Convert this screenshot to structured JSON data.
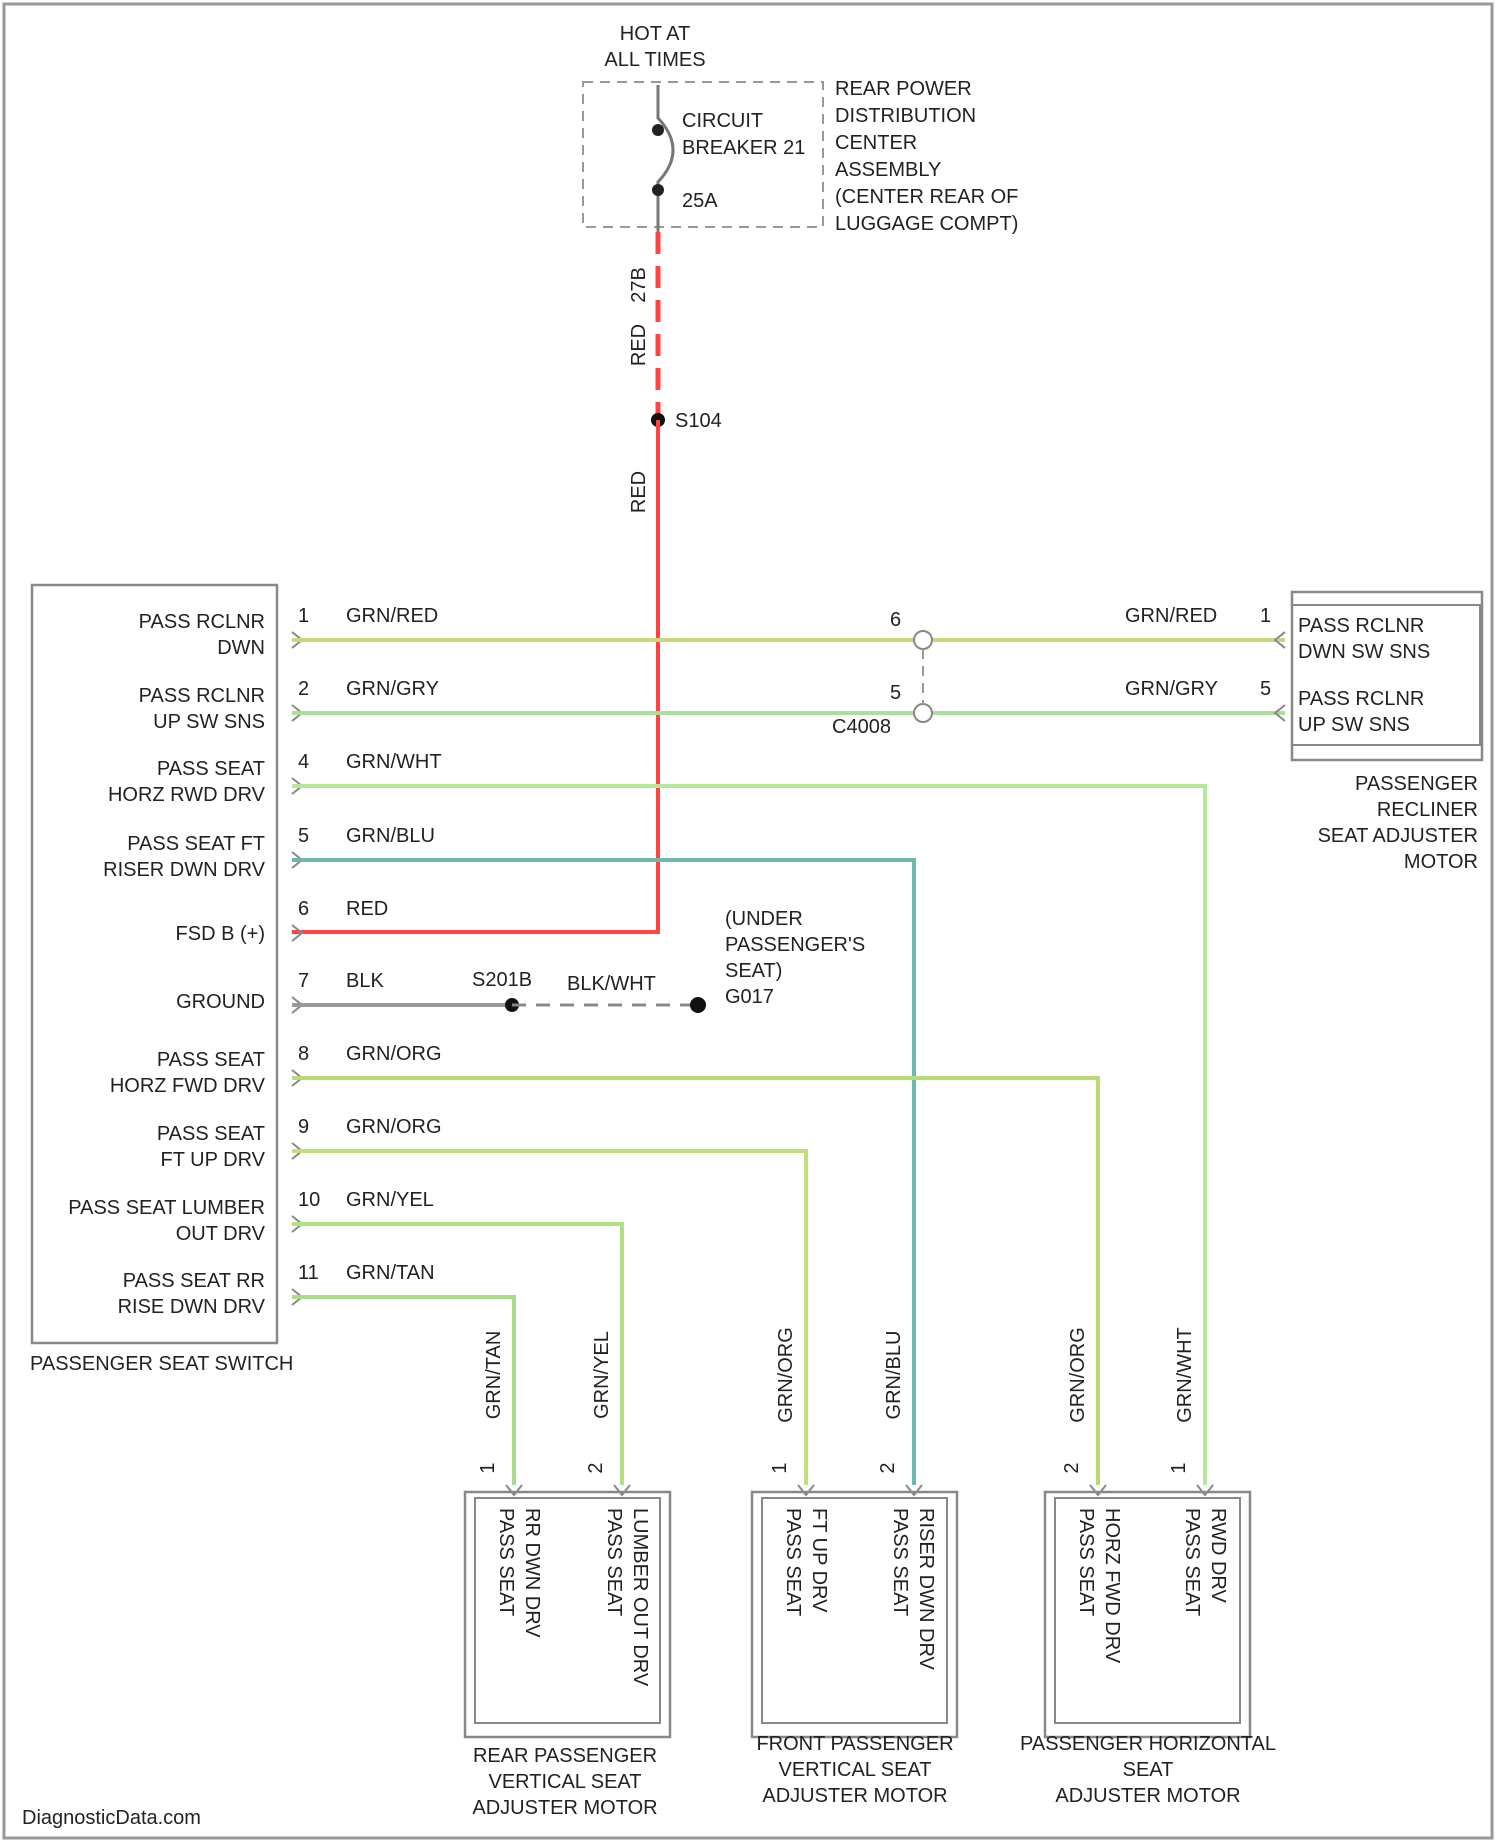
{
  "title": "",
  "hot_label": [
    "HOT AT",
    "ALL TIMES"
  ],
  "fuse": {
    "name_lines": [
      "CIRCUIT",
      "BREAKER 21"
    ],
    "rating": "25A",
    "location_lines": [
      "REAR POWER",
      "DISTRIBUTION",
      "CENTER",
      "ASSEMBLY",
      "(CENTER REAR OF",
      "LUGGAGE COMPT)"
    ],
    "pin": "27B"
  },
  "red_wire": {
    "color_label_top": "RED",
    "color_label_bottom": "RED",
    "splice": "S104"
  },
  "switch": {
    "name": "PASSENGER SEAT SWITCH",
    "pins": [
      {
        "num": "1",
        "label": [
          "PASS RCLNR",
          "DWN"
        ],
        "wire": "GRN/RED"
      },
      {
        "num": "2",
        "label": [
          "PASS RCLNR",
          "UP SW SNS"
        ],
        "wire": "GRN/GRY"
      },
      {
        "num": "4",
        "label": [
          "PASS SEAT",
          "HORZ RWD DRV"
        ],
        "wire": "GRN/WHT"
      },
      {
        "num": "5",
        "label": [
          "PASS SEAT FT",
          "RISER DWN DRV"
        ],
        "wire": "GRN/BLU"
      },
      {
        "num": "6",
        "label": [
          "FSD B (+)"
        ],
        "wire": "RED"
      },
      {
        "num": "7",
        "label": [
          "GROUND"
        ],
        "wire": "BLK"
      },
      {
        "num": "8",
        "label": [
          "PASS SEAT",
          "HORZ FWD DRV"
        ],
        "wire": "GRN/ORG"
      },
      {
        "num": "9",
        "label": [
          "PASS SEAT",
          "FT UP DRV"
        ],
        "wire": "GRN/ORG"
      },
      {
        "num": "10",
        "label": [
          "PASS SEAT LUMBER",
          "OUT DRV"
        ],
        "wire": "GRN/YEL"
      },
      {
        "num": "11",
        "label": [
          "PASS SEAT RR",
          "RISE DWN DRV"
        ],
        "wire": "GRN/TAN"
      }
    ]
  },
  "ground": {
    "wire_right": "BLK/WHT",
    "splice": "S201B",
    "location_lines": [
      "(UNDER",
      "PASSENGER'S",
      "SEAT)"
    ],
    "ground_id": "G017"
  },
  "inline_connector": {
    "pin_top": "6",
    "pin_bottom": "5",
    "name": "C4008"
  },
  "recliner": {
    "name_lines": [
      "PASSENGER",
      "RECLINER",
      "SEAT ADJUSTER",
      "MOTOR"
    ],
    "pins": [
      {
        "num": "1",
        "wire": "GRN/RED",
        "label": [
          "PASS RCLNR",
          "DWN SW SNS"
        ]
      },
      {
        "num": "5",
        "wire": "GRN/GRY",
        "label": [
          "PASS RCLNR",
          "UP SW SNS"
        ]
      }
    ]
  },
  "motors": [
    {
      "name_lines": [
        "REAR PASSENGER",
        "VERTICAL SEAT",
        "ADJUSTER MOTOR"
      ],
      "pins": [
        {
          "num": "1",
          "wire": "GRN/TAN",
          "label": [
            "PASS SEAT",
            "RR DWN DRV"
          ]
        },
        {
          "num": "2",
          "wire": "GRN/YEL",
          "label": [
            "PASS SEAT",
            "LUMBER OUT DRV"
          ]
        }
      ]
    },
    {
      "name_lines": [
        "FRONT PASSENGER",
        "VERTICAL SEAT",
        "ADJUSTER MOTOR"
      ],
      "pins": [
        {
          "num": "1",
          "wire": "GRN/ORG",
          "label": [
            "PASS SEAT",
            "FT UP DRV"
          ]
        },
        {
          "num": "2",
          "wire": "GRN/BLU",
          "label": [
            "PASS SEAT",
            "RISER DWN DRV"
          ]
        }
      ]
    },
    {
      "name_lines": [
        "PASSENGER HORIZONTAL",
        "SEAT",
        "ADJUSTER MOTOR"
      ],
      "pins": [
        {
          "num": "2",
          "wire": "GRN/ORG",
          "label": [
            "PASS SEAT",
            "HORZ FWD DRV"
          ]
        },
        {
          "num": "1",
          "wire": "GRN/WHT",
          "label": [
            "PASS SEAT",
            "RWD DRV"
          ]
        }
      ]
    }
  ],
  "watermark": "DiagnosticData.com",
  "colors": {
    "red": "#ff4444",
    "grn_red": "#c8d87a",
    "grn_gry": "#a8e098",
    "grn_wht": "#b6e79a",
    "grn_blu": "#6fb8b0",
    "grn_org": "#b8dc72",
    "grn_yel": "#b2e280",
    "grn_tan": "#a8dc8c",
    "ground": "#999999"
  }
}
